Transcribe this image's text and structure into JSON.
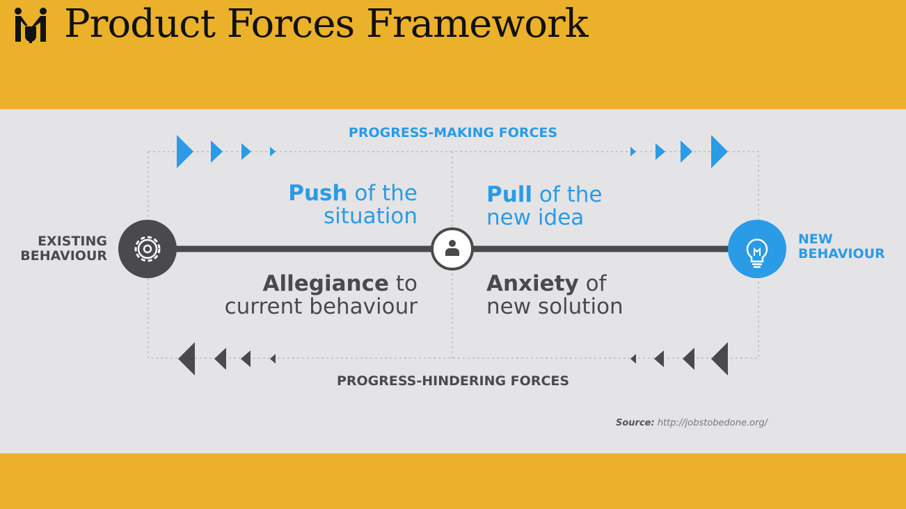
{
  "slide": {
    "title": "Product Forces Framework",
    "logo_icon": "handshake-people-icon"
  },
  "diagram": {
    "top_label": "PROGRESS-MAKING FORCES",
    "bottom_label": "PROGRESS-HINDERING FORCES",
    "existing": {
      "line1": "EXISTING",
      "line2": "BEHAVIOUR",
      "icon": "gear-icon"
    },
    "new": {
      "line1": "NEW",
      "line2": "BEHAVIOUR",
      "icon": "lightbulb-icon"
    },
    "center_icon": "person-icon",
    "push": {
      "bold": "Push",
      "rest": " of the",
      "line2": "situation"
    },
    "pull": {
      "bold": "Pull",
      "rest": " of the",
      "line2": "new idea"
    },
    "allegiance": {
      "bold": "Allegiance",
      "rest": " to",
      "line2": "current behaviour"
    },
    "anxiety": {
      "bold": "Anxiety",
      "rest": " of",
      "line2": "new solution"
    },
    "source_label": "Source:",
    "source_url": "http://jobstobedone.org/"
  },
  "colors": {
    "background": "#EBB12B",
    "panel": "#E4E4E6",
    "blue": "#2A9BE6",
    "dark": "#4A4A4C"
  }
}
